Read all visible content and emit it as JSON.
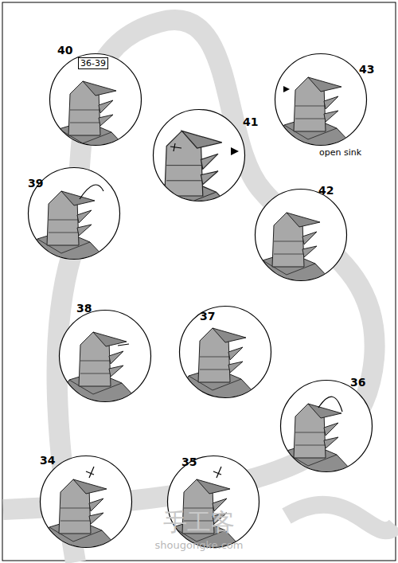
{
  "diagram": {
    "nodes": [
      {
        "text": [
          "34"
        ]
      },
      {
        "text": [
          "35"
        ]
      },
      {
        "text": [
          "36"
        ]
      },
      {
        "text": [
          "37"
        ]
      },
      {
        "text": [
          "38"
        ]
      },
      {
        "text": [
          "39"
        ]
      },
      {
        "text": [
          "40"
        ]
      },
      {
        "text": [
          "36-39"
        ],
        "in": 6
      },
      {
        "text": [
          "41"
        ]
      },
      {
        "text": [
          "42"
        ]
      },
      {
        "text": [
          "43",
          "open sink"
        ]
      }
    ],
    "labels": [
      "手工客",
      "shougongke.com"
    ]
  }
}
